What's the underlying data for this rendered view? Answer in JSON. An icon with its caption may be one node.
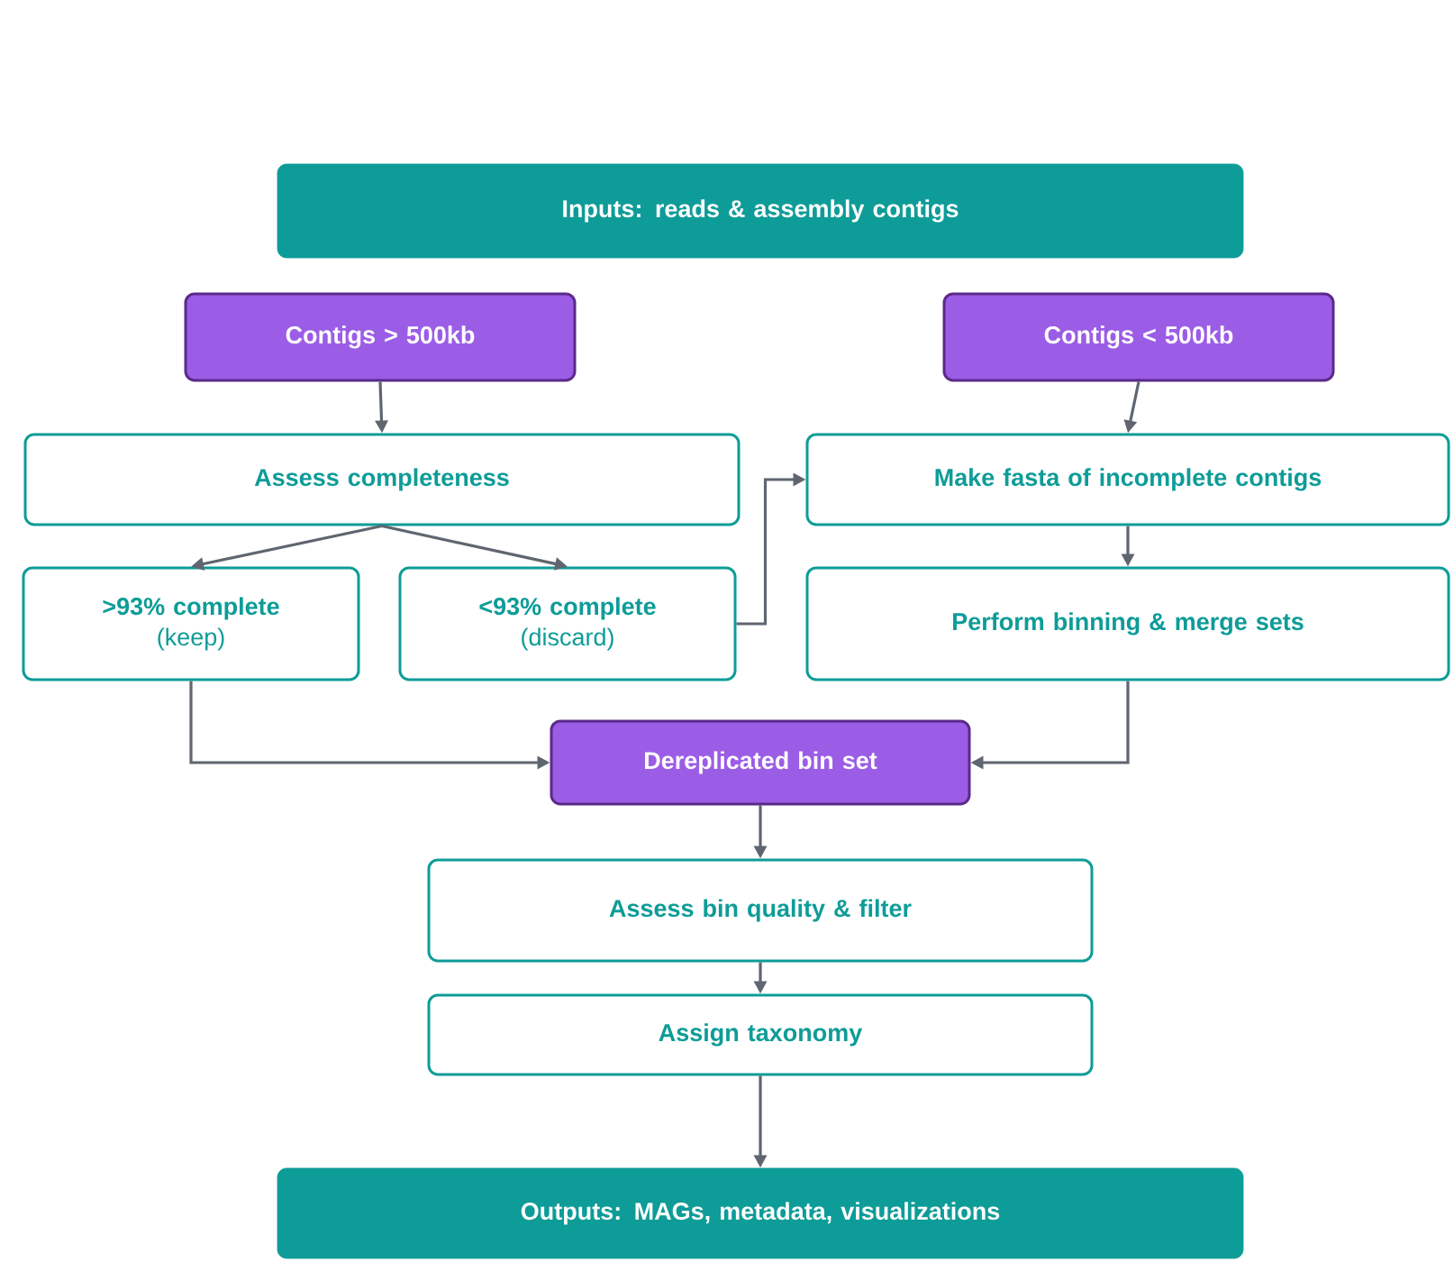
{
  "diagram": {
    "nodes": [
      {
        "text": [
          "Inputs: reads & assembly contigs"
        ]
      },
      {
        "text": [
          "Contigs > 500kb"
        ]
      },
      {
        "text": [
          "Contigs < 500kb"
        ]
      },
      {
        "text": [
          "Assess completeness"
        ]
      },
      {
        "text": [
          "Make fasta of incomplete contigs"
        ]
      },
      {
        "text": [
          ">93% complete",
          "(keep)"
        ]
      },
      {
        "text": [
          "<93% complete",
          "(discard)"
        ]
      },
      {
        "text": [
          "Perform binning & merge sets"
        ]
      },
      {
        "text": [
          "Dereplicated bin set"
        ]
      },
      {
        "text": [
          "Assess bin quality & filter"
        ]
      },
      {
        "text": [
          "Assign taxonomy"
        ]
      },
      {
        "text": [
          "Outputs: MAGs, metadata, visualizations"
        ]
      }
    ],
    "edges": [
      {
        "from": 1,
        "to": 3,
        "arrow": "to"
      },
      {
        "from": 2,
        "to": 4,
        "arrow": "to"
      },
      {
        "from": 3,
        "to": 5,
        "arrow": "to"
      },
      {
        "from": 3,
        "to": 6,
        "arrow": "to"
      },
      {
        "from": 6,
        "to": 4,
        "arrow": "to"
      },
      {
        "from": 4,
        "to": 7,
        "arrow": "to"
      },
      {
        "from": 5,
        "to": 8,
        "arrow": "to"
      },
      {
        "from": 7,
        "to": 8,
        "arrow": "to"
      },
      {
        "from": 8,
        "to": 9,
        "arrow": "to"
      },
      {
        "from": 9,
        "to": 10,
        "arrow": "to"
      },
      {
        "from": 10,
        "to": 11,
        "arrow": "to"
      }
    ]
  }
}
